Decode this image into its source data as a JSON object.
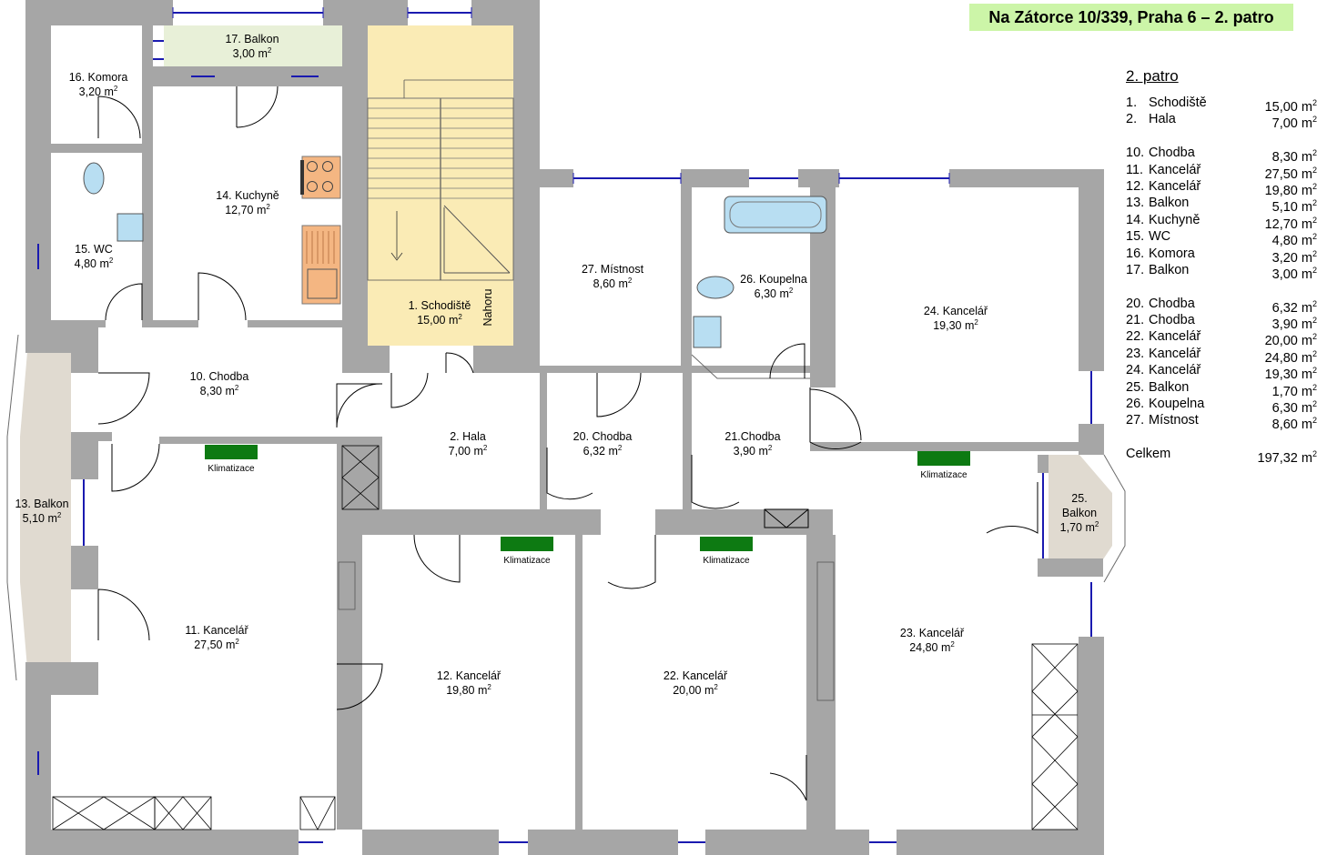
{
  "title": "Na Zátorce 10/339, Praha 6 – 2. patro",
  "legend": {
    "heading": "2. patro",
    "unit_base": "m",
    "unit_exp": "2",
    "groups": [
      [
        {
          "num": "1.",
          "name": "Schodiště",
          "area": "15,00"
        },
        {
          "num": "2.",
          "name": "Hala",
          "area": "7,00"
        }
      ],
      [
        {
          "num": "10.",
          "name": "Chodba",
          "area": "8,30"
        },
        {
          "num": "11.",
          "name": "Kancelář",
          "area": "27,50"
        },
        {
          "num": "12.",
          "name": "Kancelář",
          "area": "19,80"
        },
        {
          "num": "13.",
          "name": "Balkon",
          "area": "5,10"
        },
        {
          "num": "14.",
          "name": "Kuchyně",
          "area": "12,70"
        },
        {
          "num": "15.",
          "name": "WC",
          "area": "4,80"
        },
        {
          "num": "16.",
          "name": "Komora",
          "area": "3,20"
        },
        {
          "num": "17.",
          "name": "Balkon",
          "area": "3,00"
        }
      ],
      [
        {
          "num": "20.",
          "name": "Chodba",
          "area": "6,32"
        },
        {
          "num": "21.",
          "name": "Chodba",
          "area": "3,90"
        },
        {
          "num": "22.",
          "name": "Kancelář",
          "area": "20,00"
        },
        {
          "num": "23.",
          "name": "Kancelář",
          "area": "24,80"
        },
        {
          "num": "24.",
          "name": "Kancelář",
          "area": "19,30"
        },
        {
          "num": "25.",
          "name": "Balkon",
          "area": "1,70"
        },
        {
          "num": "26.",
          "name": "Koupelna",
          "area": "6,30"
        },
        {
          "num": "27.",
          "name": "Místnost",
          "area": "8,60"
        }
      ]
    ],
    "total_label": "Celkem",
    "total_area": "197,32"
  },
  "rooms": [
    {
      "id": "16",
      "lines": [
        "16. Komora",
        "3,20 m"
      ],
      "sup": true
    },
    {
      "id": "17",
      "lines": [
        "17. Balkon",
        "3,00 m"
      ],
      "sup": true
    },
    {
      "id": "15",
      "lines": [
        "15. WC",
        "4,80 m"
      ],
      "sup": true
    },
    {
      "id": "14",
      "lines": [
        "14. Kuchyně",
        "12,70 m"
      ],
      "sup": true
    },
    {
      "id": "1",
      "lines": [
        "1. Schodiště",
        "15,00 m"
      ],
      "sup": true
    },
    {
      "id": "27",
      "lines": [
        "27. Místnost",
        "8,60 m"
      ],
      "sup": true
    },
    {
      "id": "26",
      "lines": [
        "26. Koupelna",
        "6,30 m"
      ],
      "sup": true
    },
    {
      "id": "24",
      "lines": [
        "24. Kancelář",
        "19,30 m"
      ],
      "sup": true
    },
    {
      "id": "10",
      "lines": [
        "10. Chodba",
        "8,30 m"
      ],
      "sup": true
    },
    {
      "id": "2",
      "lines": [
        "2. Hala",
        "7,00 m"
      ],
      "sup": true
    },
    {
      "id": "20",
      "lines": [
        "20. Chodba",
        "6,32 m"
      ],
      "sup": true
    },
    {
      "id": "21",
      "lines": [
        "21.Chodba",
        "3,90 m"
      ],
      "sup": true
    },
    {
      "id": "13",
      "lines": [
        "13. Balkon",
        "5,10 m"
      ],
      "sup": true
    },
    {
      "id": "25",
      "lines": [
        "25.",
        "Balkon",
        "1,70 m"
      ],
      "sup": true
    },
    {
      "id": "11",
      "lines": [
        "11. Kancelář",
        "27,50 m"
      ],
      "sup": true
    },
    {
      "id": "12",
      "lines": [
        "12. Kancelář",
        "19,80 m"
      ],
      "sup": true
    },
    {
      "id": "22",
      "lines": [
        "22. Kancelář",
        "20,00 m"
      ],
      "sup": true
    },
    {
      "id": "23",
      "lines": [
        "23. Kancelář",
        "24,80 m"
      ],
      "sup": true
    }
  ],
  "stairs_label": "Nahoru",
  "ac_label": "Klimatizace",
  "colors": {
    "wall": "#a6a6a6",
    "stair_fill": "#faebb5",
    "balcony_fill": "#e0dad0",
    "balcony17_fill": "#e8f0d8",
    "title_fill": "#ccf5a8",
    "ac_unit": "#0d7a12",
    "window": "#1a1ab0",
    "kitchen": "#f4b682",
    "sanitary": "#b8def2"
  }
}
